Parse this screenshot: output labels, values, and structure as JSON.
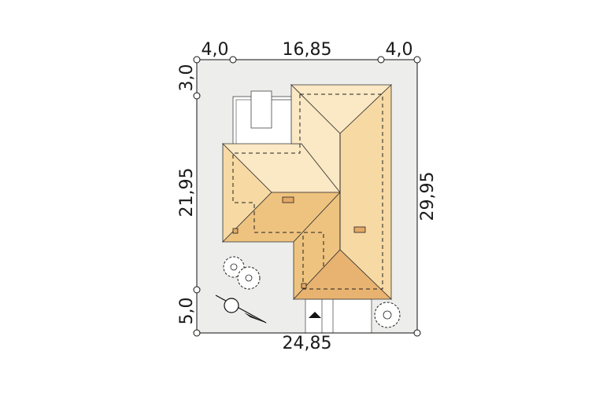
{
  "dimensions": {
    "top_left_setback": "4,0",
    "top_width": "16,85",
    "top_right_setback": "4,0",
    "left_top_setback": "3,0",
    "left_depth": "21,95",
    "left_bottom_setback": "5,0",
    "right_total_depth": "29,95",
    "bottom_total_width": "24,85"
  },
  "colors": {
    "plot": "#ededeb",
    "roof_light": "#fbe8c4",
    "roof_mid": "#f7d9a4",
    "roof_dark": "#eec37f",
    "roof_shadow": "#e3a965",
    "north_arrow": "#111111"
  },
  "icons": {
    "north": "compass-north-arrow-icon",
    "tree": "tree-icon",
    "entrance": "entrance-arrow-icon"
  }
}
